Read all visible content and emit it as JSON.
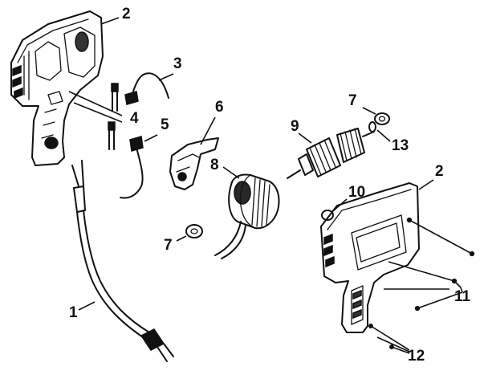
{
  "callouts": {
    "cord": "1",
    "housing_left": "2",
    "housing_right": "2",
    "lead_wire": "3",
    "brush_holders": "4",
    "lead_switch": "5",
    "switch": "6",
    "bearing_upper": "7",
    "bearing_lower": "7",
    "field": "8",
    "armature": "9",
    "nameplate": "10",
    "screws_housing": "11",
    "screws_handle": "12",
    "washer": "13"
  }
}
